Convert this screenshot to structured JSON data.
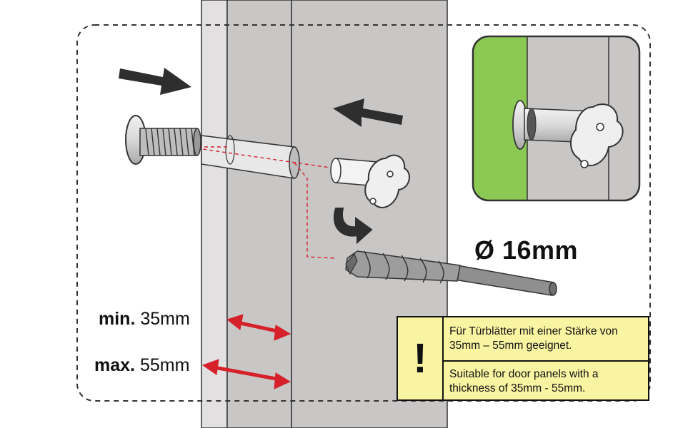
{
  "diameter": {
    "label": "Ø 16mm"
  },
  "thickness": {
    "min": {
      "prefix": "min.",
      "value": "35mm"
    },
    "max": {
      "prefix": "max.",
      "value": "55mm"
    }
  },
  "notice": {
    "icon": "exclamation-icon",
    "icon_glyph": "!",
    "text_de": "Für Türblätter mit einer Stärke von 35mm – 55mm geeignet.",
    "text_en": "Suitable for door panels with a thickness of 35mm - 55mm."
  },
  "colors": {
    "door": "#c9c6c6",
    "arrow_red": "#d6212a",
    "guide_red": "#d6212a",
    "notice_bg": "#f8f4a2",
    "inset_green": "#8cc954",
    "dark_arrow": "#2e2e2e"
  },
  "icons": [
    "arrow-right-icon",
    "arrow-left-icon",
    "rotate-arrow-icon",
    "screw-bolt-icon",
    "barrel-nut-icon",
    "drill-bit-icon"
  ]
}
